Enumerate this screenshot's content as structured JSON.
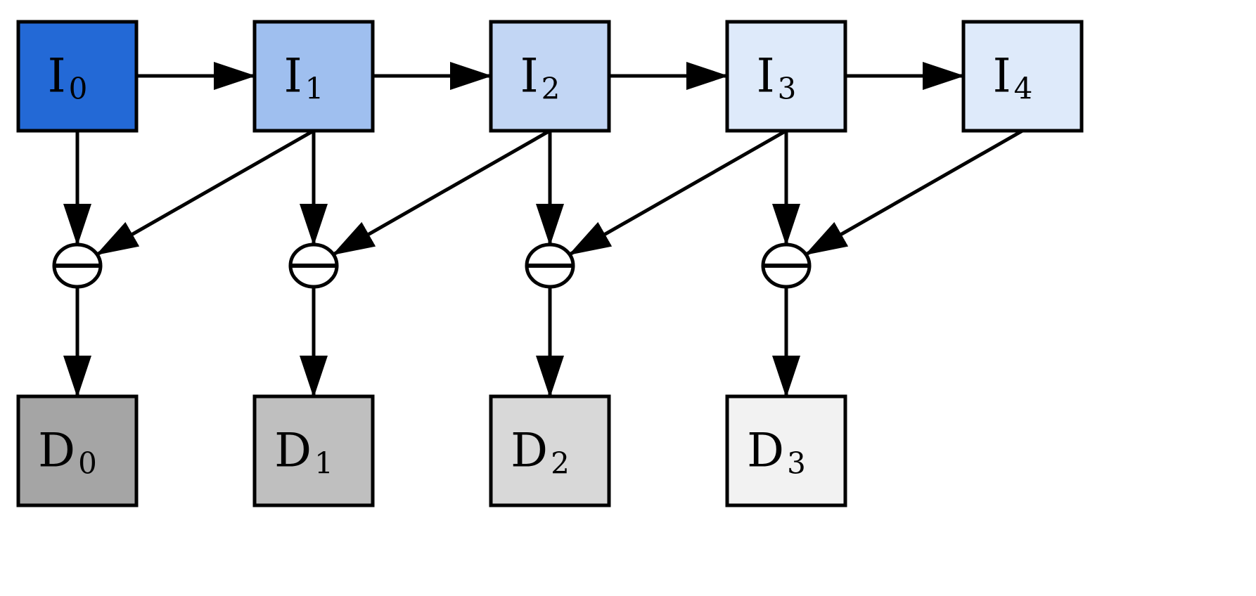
{
  "diagram": {
    "image_nodes": [
      {
        "id": "I0",
        "letter": "I",
        "index": "0",
        "color": "#2369d6"
      },
      {
        "id": "I1",
        "letter": "I",
        "index": "1",
        "color": "#9fbfef"
      },
      {
        "id": "I2",
        "letter": "I",
        "index": "2",
        "color": "#c2d6f4"
      },
      {
        "id": "I3",
        "letter": "I",
        "index": "3",
        "color": "#deeafa"
      },
      {
        "id": "I4",
        "letter": "I",
        "index": "4",
        "color": "#deeafa"
      }
    ],
    "difference_nodes": [
      {
        "id": "D0",
        "letter": "D",
        "index": "0",
        "color": "#a5a5a5"
      },
      {
        "id": "D1",
        "letter": "D",
        "index": "1",
        "color": "#bfbfbf"
      },
      {
        "id": "D2",
        "letter": "D",
        "index": "2",
        "color": "#d8d8d8"
      },
      {
        "id": "D3",
        "letter": "D",
        "index": "3",
        "color": "#f2f2f2"
      }
    ],
    "subtract_operators": [
      {
        "id": "minus0",
        "symbol": "minus"
      },
      {
        "id": "minus1",
        "symbol": "minus"
      },
      {
        "id": "minus2",
        "symbol": "minus"
      },
      {
        "id": "minus3",
        "symbol": "minus"
      }
    ],
    "edges": [
      {
        "from": "I0",
        "to": "I1"
      },
      {
        "from": "I1",
        "to": "I2"
      },
      {
        "from": "I2",
        "to": "I3"
      },
      {
        "from": "I3",
        "to": "I4"
      },
      {
        "from": "I0",
        "to": "minus0"
      },
      {
        "from": "I1",
        "to": "minus0"
      },
      {
        "from": "I1",
        "to": "minus1"
      },
      {
        "from": "I2",
        "to": "minus1"
      },
      {
        "from": "I2",
        "to": "minus2"
      },
      {
        "from": "I3",
        "to": "minus2"
      },
      {
        "from": "I3",
        "to": "minus3"
      },
      {
        "from": "I4",
        "to": "minus3"
      },
      {
        "from": "minus0",
        "to": "D0"
      },
      {
        "from": "minus1",
        "to": "D1"
      },
      {
        "from": "minus2",
        "to": "D2"
      },
      {
        "from": "minus3",
        "to": "D3"
      }
    ],
    "colors": {
      "stroke": "#000000",
      "background": "#ffffff"
    }
  }
}
